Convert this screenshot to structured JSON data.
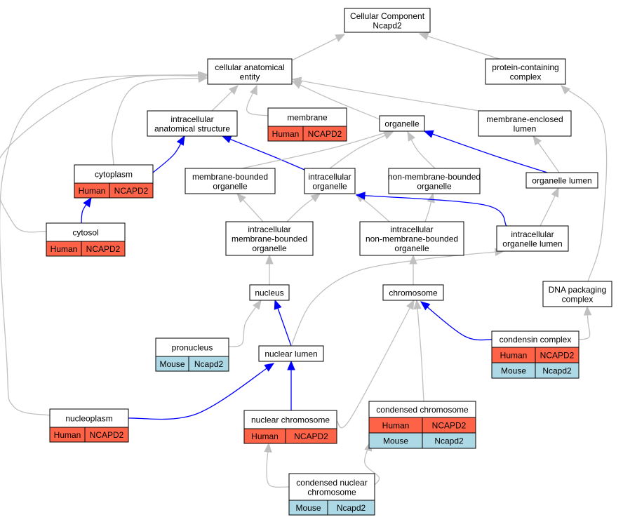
{
  "colors": {
    "is_a_edge": "#c0c0c0",
    "part_of_edge": "#0000ff",
    "human_cell": "#ff6347",
    "mouse_cell": "#add8e6",
    "node_fill": "#ffffff",
    "node_border": "#000000"
  },
  "nodes": [
    {
      "id": "root",
      "lines": [
        "Cellular Component",
        "Ncapd2"
      ]
    },
    {
      "id": "cae",
      "lines": [
        "cellular anatomical",
        "entity"
      ]
    },
    {
      "id": "pcc",
      "lines": [
        "protein-containing",
        "complex"
      ]
    },
    {
      "id": "ias",
      "lines": [
        "intracellular",
        "anatomical structure"
      ]
    },
    {
      "id": "membrane",
      "lines": [
        "membrane"
      ],
      "annotations": [
        {
          "species": "Human",
          "gene": "NCAPD2"
        }
      ]
    },
    {
      "id": "organelle",
      "lines": [
        "organelle"
      ]
    },
    {
      "id": "mel",
      "lines": [
        "membrane-enclosed",
        "lumen"
      ]
    },
    {
      "id": "cytoplasm",
      "lines": [
        "cytoplasm"
      ],
      "annotations": [
        {
          "species": "Human",
          "gene": "NCAPD2"
        }
      ]
    },
    {
      "id": "mbo",
      "lines": [
        "membrane-bounded",
        "organelle"
      ]
    },
    {
      "id": "io",
      "lines": [
        "intracellular",
        "organelle"
      ]
    },
    {
      "id": "nmbo",
      "lines": [
        "non-membrane-bounded",
        "organelle"
      ]
    },
    {
      "id": "ol",
      "lines": [
        "organelle lumen"
      ]
    },
    {
      "id": "cytosol",
      "lines": [
        "cytosol"
      ],
      "annotations": [
        {
          "species": "Human",
          "gene": "NCAPD2"
        }
      ]
    },
    {
      "id": "imbo",
      "lines": [
        "intracellular",
        "membrane-bounded",
        "organelle"
      ]
    },
    {
      "id": "inmbo",
      "lines": [
        "intracellular",
        "non-membrane-bounded",
        "organelle"
      ]
    },
    {
      "id": "iol",
      "lines": [
        "intracellular",
        "organelle lumen"
      ]
    },
    {
      "id": "nucleus",
      "lines": [
        "nucleus"
      ]
    },
    {
      "id": "chromosome",
      "lines": [
        "chromosome"
      ]
    },
    {
      "id": "dpc",
      "lines": [
        "DNA packaging",
        "complex"
      ]
    },
    {
      "id": "pronucleus",
      "lines": [
        "pronucleus"
      ],
      "annotations": [
        {
          "species": "Mouse",
          "gene": "Ncapd2"
        }
      ]
    },
    {
      "id": "nl",
      "lines": [
        "nuclear lumen"
      ]
    },
    {
      "id": "cc",
      "lines": [
        "condensin complex"
      ],
      "annotations": [
        {
          "species": "Human",
          "gene": "NCAPD2"
        },
        {
          "species": "Mouse",
          "gene": "Ncapd2"
        }
      ]
    },
    {
      "id": "nucleoplasm",
      "lines": [
        "nucleoplasm"
      ],
      "annotations": [
        {
          "species": "Human",
          "gene": "NCAPD2"
        }
      ]
    },
    {
      "id": "nc",
      "lines": [
        "nuclear chromosome"
      ],
      "annotations": [
        {
          "species": "Human",
          "gene": "NCAPD2"
        }
      ]
    },
    {
      "id": "cchr",
      "lines": [
        "condensed chromosome"
      ],
      "annotations": [
        {
          "species": "Human",
          "gene": "NCAPD2"
        },
        {
          "species": "Mouse",
          "gene": "Ncapd2"
        }
      ]
    },
    {
      "id": "cnc",
      "lines": [
        "condensed nuclear",
        "chromosome"
      ],
      "annotations": [
        {
          "species": "Mouse",
          "gene": "Ncapd2"
        }
      ]
    }
  ],
  "edges": [
    {
      "from": "cae",
      "to": "root",
      "rel": "is_a"
    },
    {
      "from": "pcc",
      "to": "root",
      "rel": "is_a"
    },
    {
      "from": "ias",
      "to": "cae",
      "rel": "is_a"
    },
    {
      "from": "membrane",
      "to": "cae",
      "rel": "is_a"
    },
    {
      "from": "organelle",
      "to": "cae",
      "rel": "is_a"
    },
    {
      "from": "mel",
      "to": "cae",
      "rel": "is_a"
    },
    {
      "from": "cytoplasm",
      "to": "cae",
      "rel": "is_a"
    },
    {
      "from": "cytosol",
      "to": "cae",
      "rel": "is_a"
    },
    {
      "from": "nucleoplasm",
      "to": "cae",
      "rel": "is_a"
    },
    {
      "from": "cytoplasm",
      "to": "ias",
      "rel": "part_of"
    },
    {
      "from": "io",
      "to": "ias",
      "rel": "part_of"
    },
    {
      "from": "mbo",
      "to": "organelle",
      "rel": "is_a"
    },
    {
      "from": "io",
      "to": "organelle",
      "rel": "is_a"
    },
    {
      "from": "nmbo",
      "to": "organelle",
      "rel": "is_a"
    },
    {
      "from": "ol",
      "to": "organelle",
      "rel": "part_of"
    },
    {
      "from": "ol",
      "to": "mel",
      "rel": "is_a"
    },
    {
      "from": "cytosol",
      "to": "cytoplasm",
      "rel": "part_of"
    },
    {
      "from": "imbo",
      "to": "mbo",
      "rel": "is_a"
    },
    {
      "from": "imbo",
      "to": "io",
      "rel": "is_a"
    },
    {
      "from": "inmbo",
      "to": "io",
      "rel": "is_a"
    },
    {
      "from": "inmbo",
      "to": "nmbo",
      "rel": "is_a"
    },
    {
      "from": "iol",
      "to": "io",
      "rel": "part_of"
    },
    {
      "from": "iol",
      "to": "ol",
      "rel": "is_a"
    },
    {
      "from": "nucleus",
      "to": "imbo",
      "rel": "is_a"
    },
    {
      "from": "chromosome",
      "to": "inmbo",
      "rel": "is_a"
    },
    {
      "from": "dpc",
      "to": "pcc",
      "rel": "is_a"
    },
    {
      "from": "pronucleus",
      "to": "nucleus",
      "rel": "is_a"
    },
    {
      "from": "nl",
      "to": "nucleus",
      "rel": "part_of"
    },
    {
      "from": "nl",
      "to": "iol",
      "rel": "is_a"
    },
    {
      "from": "cc",
      "to": "chromosome",
      "rel": "part_of"
    },
    {
      "from": "cc",
      "to": "dpc",
      "rel": "is_a"
    },
    {
      "from": "nucleoplasm",
      "to": "nl",
      "rel": "part_of"
    },
    {
      "from": "nc",
      "to": "nl",
      "rel": "part_of"
    },
    {
      "from": "nc",
      "to": "chromosome",
      "rel": "is_a"
    },
    {
      "from": "cchr",
      "to": "chromosome",
      "rel": "is_a"
    },
    {
      "from": "cnc",
      "to": "nc",
      "rel": "is_a"
    },
    {
      "from": "cnc",
      "to": "cchr",
      "rel": "is_a"
    }
  ]
}
